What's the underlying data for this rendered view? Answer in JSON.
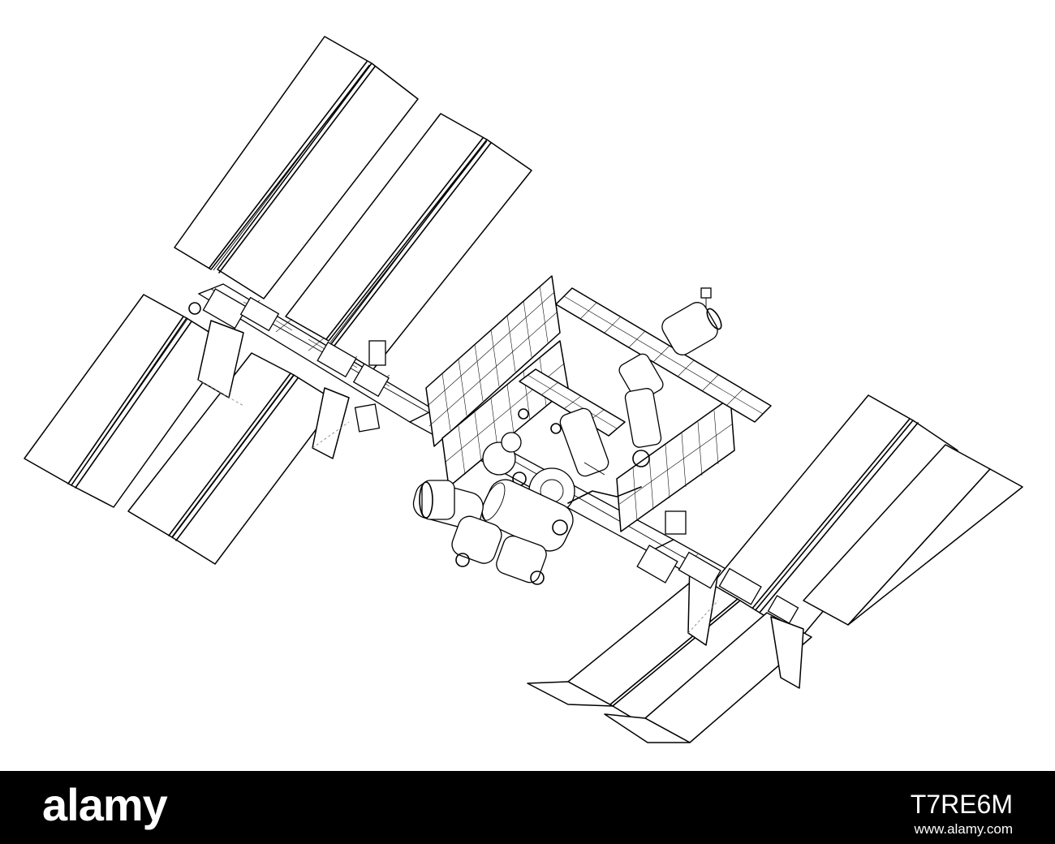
{
  "banner": {
    "logo": "alamy",
    "image_id": "T7RE6M",
    "url": "www.alamy.com"
  },
  "colors": {
    "background": "#ffffff",
    "line": "#000000",
    "banner": "#000000",
    "banner_text": "#ffffff"
  }
}
